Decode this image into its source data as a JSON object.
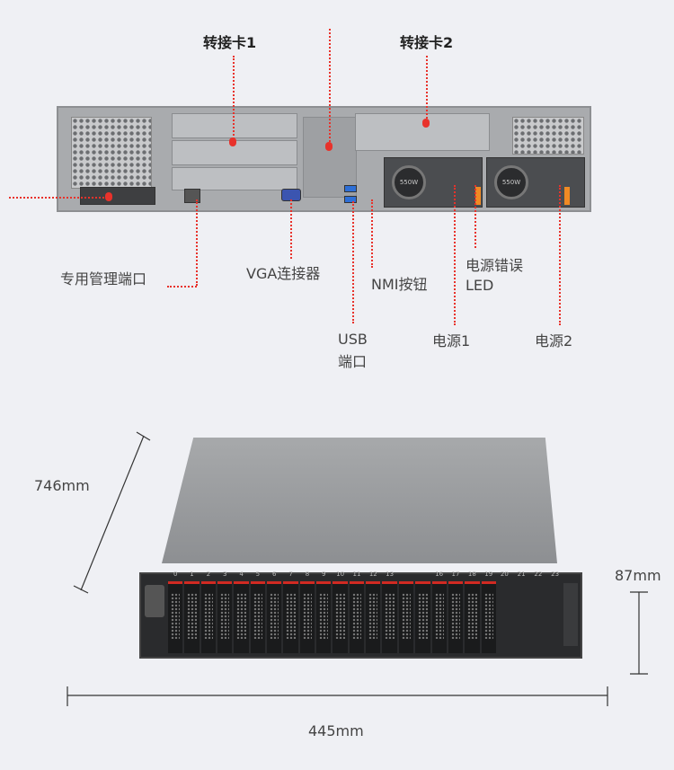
{
  "rear_labels": {
    "riser1": "转接卡1",
    "riser2": "转接卡2",
    "mgmt_port": "专用管理端口",
    "vga": "VGA连接器",
    "nmi": "NMI按钮",
    "psu_error_led_line1": "电源错误",
    "psu_error_led_line2": "LED",
    "usb_line1": "USB",
    "usb_line2": "端口",
    "psu1": "电源1",
    "psu2": "电源2",
    "psu_rating": "550W"
  },
  "dimensions": {
    "depth": "746mm",
    "height": "87mm",
    "width": "445mm"
  },
  "front": {
    "bays": [
      "0",
      "1",
      "2",
      "3",
      "4",
      "5",
      "6",
      "7",
      "8",
      "9",
      "10",
      "11",
      "12",
      "13",
      "",
      "",
      "16",
      "17",
      "18",
      "19"
    ],
    "empty_bays": [
      "20",
      "21",
      "22",
      "23"
    ]
  },
  "colors": {
    "callout": "#e8322b",
    "background": "#eff0f4"
  }
}
